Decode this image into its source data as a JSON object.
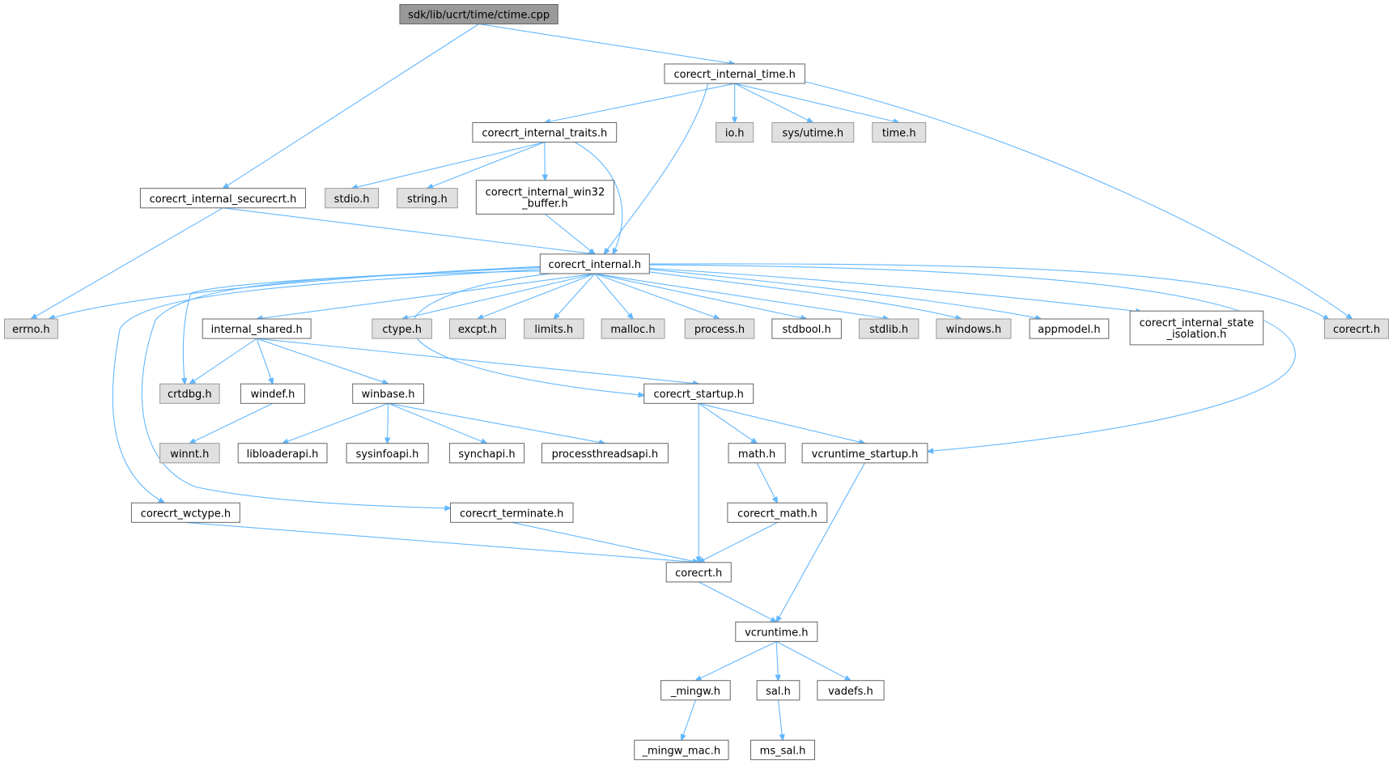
{
  "diagram": {
    "type": "include-dependency-graph",
    "nodes": [
      {
        "id": "root",
        "label": "sdk/lib/ucrt/time/ctime.cpp",
        "style": "root"
      },
      {
        "id": "cit",
        "label": "corecrt_internal_time.h",
        "style": "white"
      },
      {
        "id": "citr",
        "label": "corecrt_internal_traits.h",
        "style": "white"
      },
      {
        "id": "io",
        "label": "io.h",
        "style": "gray"
      },
      {
        "id": "sysutime",
        "label": "sys/utime.h",
        "style": "gray"
      },
      {
        "id": "timeh",
        "label": "time.h",
        "style": "gray"
      },
      {
        "id": "cisec",
        "label": "corecrt_internal_securecrt.h",
        "style": "white"
      },
      {
        "id": "stdio",
        "label": "stdio.h",
        "style": "gray"
      },
      {
        "id": "string",
        "label": "string.h",
        "style": "gray"
      },
      {
        "id": "ciw32",
        "label": [
          "corecrt_internal_win32",
          "_buffer.h"
        ],
        "style": "white"
      },
      {
        "id": "ci",
        "label": "corecrt_internal.h",
        "style": "white"
      },
      {
        "id": "errno",
        "label": "errno.h",
        "style": "gray"
      },
      {
        "id": "ishared",
        "label": "internal_shared.h",
        "style": "white"
      },
      {
        "id": "ctype",
        "label": "ctype.h",
        "style": "gray"
      },
      {
        "id": "excpt",
        "label": "excpt.h",
        "style": "gray"
      },
      {
        "id": "limits",
        "label": "limits.h",
        "style": "gray"
      },
      {
        "id": "malloc",
        "label": "malloc.h",
        "style": "gray"
      },
      {
        "id": "process",
        "label": "process.h",
        "style": "gray"
      },
      {
        "id": "stdbool",
        "label": "stdbool.h",
        "style": "white"
      },
      {
        "id": "stdlib",
        "label": "stdlib.h",
        "style": "gray"
      },
      {
        "id": "windows",
        "label": "windows.h",
        "style": "gray"
      },
      {
        "id": "appmodel",
        "label": "appmodel.h",
        "style": "white"
      },
      {
        "id": "cistate",
        "label": [
          "corecrt_internal_state",
          "_isolation.h"
        ],
        "style": "white"
      },
      {
        "id": "corecrt_gray",
        "label": "corecrt.h",
        "style": "gray"
      },
      {
        "id": "crtdbg",
        "label": "crtdbg.h",
        "style": "gray"
      },
      {
        "id": "windef",
        "label": "windef.h",
        "style": "white"
      },
      {
        "id": "winbase",
        "label": "winbase.h",
        "style": "white"
      },
      {
        "id": "cstartup",
        "label": "corecrt_startup.h",
        "style": "white"
      },
      {
        "id": "winnt",
        "label": "winnt.h",
        "style": "gray"
      },
      {
        "id": "libloader",
        "label": "libloaderapi.h",
        "style": "white"
      },
      {
        "id": "sysinfo",
        "label": "sysinfoapi.h",
        "style": "white"
      },
      {
        "id": "synch",
        "label": "synchapi.h",
        "style": "white"
      },
      {
        "id": "procthread",
        "label": "processthreadsapi.h",
        "style": "white"
      },
      {
        "id": "math",
        "label": "math.h",
        "style": "white"
      },
      {
        "id": "vcstartup",
        "label": "vcruntime_startup.h",
        "style": "white"
      },
      {
        "id": "cwctype",
        "label": "corecrt_wctype.h",
        "style": "white"
      },
      {
        "id": "cterm",
        "label": "corecrt_terminate.h",
        "style": "white"
      },
      {
        "id": "cmath",
        "label": "corecrt_math.h",
        "style": "white"
      },
      {
        "id": "corecrt",
        "label": "corecrt.h",
        "style": "white"
      },
      {
        "id": "vcruntime",
        "label": "vcruntime.h",
        "style": "white"
      },
      {
        "id": "mingw",
        "label": "_mingw.h",
        "style": "white"
      },
      {
        "id": "sal",
        "label": "sal.h",
        "style": "white"
      },
      {
        "id": "vadefs",
        "label": "vadefs.h",
        "style": "white"
      },
      {
        "id": "mingwmac",
        "label": "_mingw_mac.h",
        "style": "white"
      },
      {
        "id": "mssal",
        "label": "ms_sal.h",
        "style": "white"
      }
    ],
    "edges": [
      [
        "root",
        "cit"
      ],
      [
        "root",
        "cisec"
      ],
      [
        "cit",
        "citr"
      ],
      [
        "cit",
        "ci"
      ],
      [
        "cit",
        "io"
      ],
      [
        "cit",
        "sysutime"
      ],
      [
        "cit",
        "timeh"
      ],
      [
        "cit",
        "corecrt_gray"
      ],
      [
        "citr",
        "stdio"
      ],
      [
        "citr",
        "string"
      ],
      [
        "citr",
        "ciw32"
      ],
      [
        "citr",
        "ci"
      ],
      [
        "ciw32",
        "ci"
      ],
      [
        "cisec",
        "errno"
      ],
      [
        "cisec",
        "ci"
      ],
      [
        "ci",
        "errno"
      ],
      [
        "ci",
        "ishared"
      ],
      [
        "ci",
        "ctype"
      ],
      [
        "ci",
        "excpt"
      ],
      [
        "ci",
        "limits"
      ],
      [
        "ci",
        "malloc"
      ],
      [
        "ci",
        "process"
      ],
      [
        "ci",
        "stdbool"
      ],
      [
        "ci",
        "stdlib"
      ],
      [
        "ci",
        "windows"
      ],
      [
        "ci",
        "appmodel"
      ],
      [
        "ci",
        "cistate"
      ],
      [
        "ci",
        "corecrt_gray"
      ],
      [
        "ci",
        "crtdbg"
      ],
      [
        "ci",
        "cstartup"
      ],
      [
        "ci",
        "vcstartup"
      ],
      [
        "ci",
        "cwctype"
      ],
      [
        "ci",
        "cterm"
      ],
      [
        "ishared",
        "crtdbg"
      ],
      [
        "ishared",
        "windef"
      ],
      [
        "ishared",
        "winbase"
      ],
      [
        "ishared",
        "cstartup"
      ],
      [
        "windef",
        "winnt"
      ],
      [
        "winbase",
        "libloader"
      ],
      [
        "winbase",
        "sysinfo"
      ],
      [
        "winbase",
        "synch"
      ],
      [
        "winbase",
        "procthread"
      ],
      [
        "cstartup",
        "math"
      ],
      [
        "cstartup",
        "vcstartup"
      ],
      [
        "cstartup",
        "corecrt"
      ],
      [
        "math",
        "cmath"
      ],
      [
        "cmath",
        "corecrt"
      ],
      [
        "vcstartup",
        "vcruntime"
      ],
      [
        "cwctype",
        "corecrt"
      ],
      [
        "cterm",
        "corecrt"
      ],
      [
        "corecrt",
        "vcruntime"
      ],
      [
        "vcruntime",
        "mingw"
      ],
      [
        "vcruntime",
        "sal"
      ],
      [
        "vcruntime",
        "vadefs"
      ],
      [
        "mingw",
        "mingwmac"
      ],
      [
        "sal",
        "mssal"
      ]
    ]
  }
}
